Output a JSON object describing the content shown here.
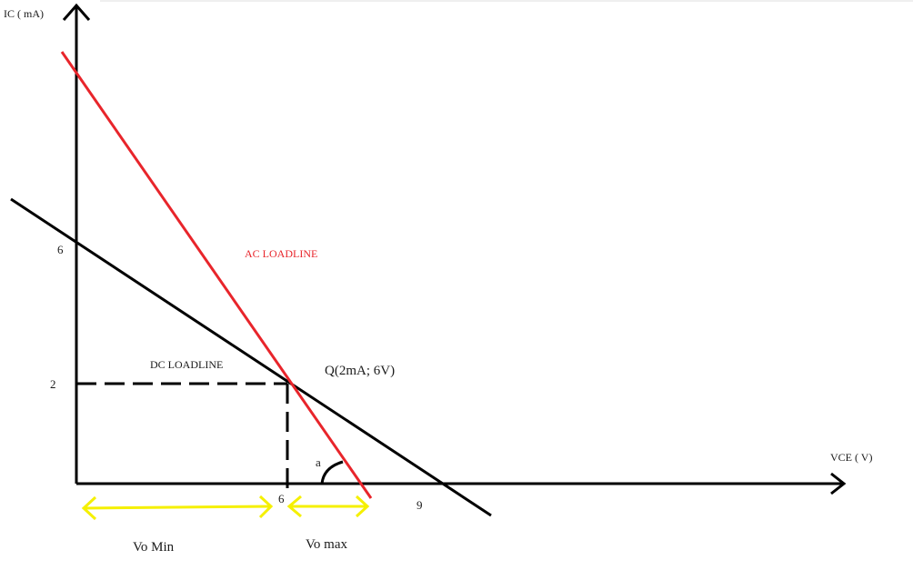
{
  "colors": {
    "axis": "#000000",
    "dc_loadline": "#000000",
    "ac_loadline": "#e8252b",
    "bracket": "#f5f000",
    "text": "#1a1a1a"
  },
  "axes": {
    "y_label": "IC ( mA)",
    "x_label": "VCE ( V)"
  },
  "ticks": {
    "y_6": "6",
    "y_2": "2",
    "x_6": "6",
    "x_9": "9"
  },
  "labels": {
    "ac_loadline": "AC LOADLINE",
    "dc_loadline": "DC LOADLINE",
    "q_point": "Q(2mA; 6V)",
    "angle": "a",
    "vo_min": "Vo Min",
    "vo_max": "Vo max"
  }
}
